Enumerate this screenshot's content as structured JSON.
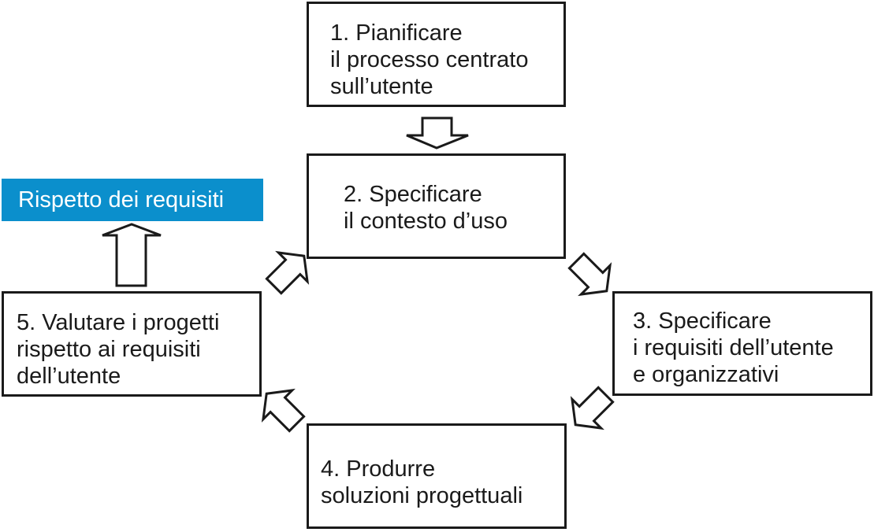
{
  "steps": [
    {
      "lines": [
        "1. Pianificare",
        "il processo centrato",
        "sull’utente"
      ]
    },
    {
      "lines": [
        "2. Specificare",
        "il contesto d’uso"
      ]
    },
    {
      "lines": [
        "3. Specificare",
        "i requisiti dell’utente",
        "e organizzativi"
      ]
    },
    {
      "lines": [
        "4. Produrre",
        "soluzioni progettuali"
      ]
    },
    {
      "lines": [
        "5. Valutare i progetti",
        "rispetto ai requisiti",
        "dell’utente"
      ]
    }
  ],
  "result": {
    "label": "Rispetto dei requisiti"
  },
  "colors": {
    "accent": "#0b8fcc",
    "stroke": "#1a1a1a",
    "background": "#ffffff"
  }
}
